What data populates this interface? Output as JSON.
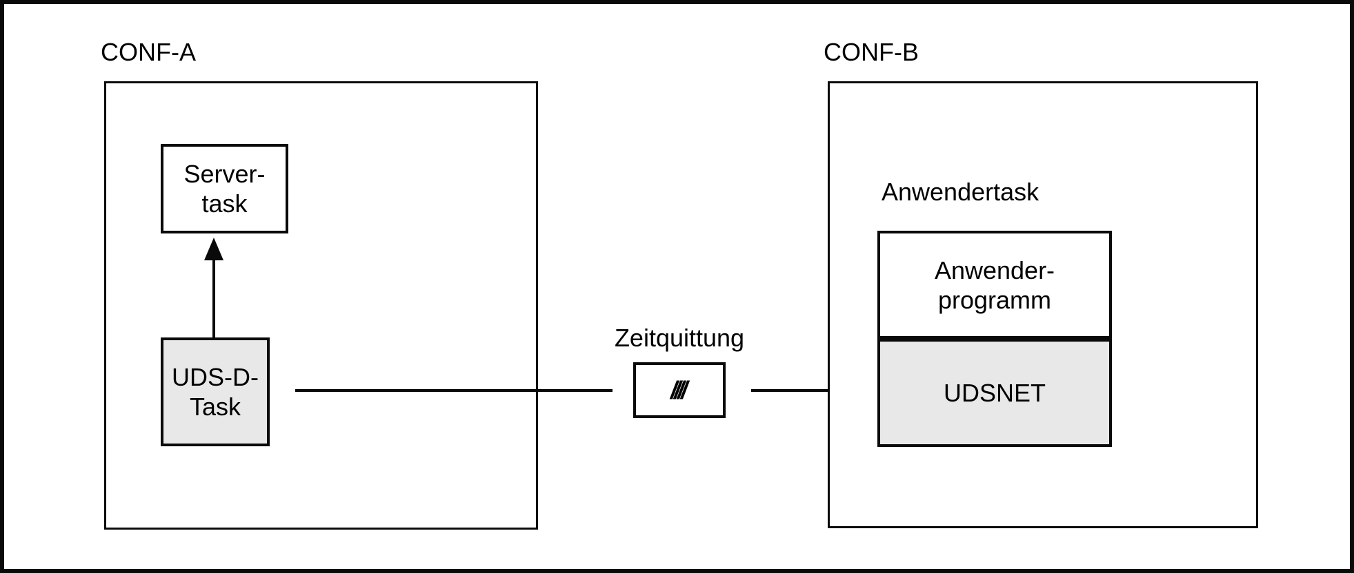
{
  "diagram": {
    "type": "block-diagram",
    "colors": {
      "background": "#ffffff",
      "line": "#0a0a0a",
      "text": "#000000",
      "node_fill_shaded": "#e8e8e8",
      "node_fill_plain": "#ffffff"
    },
    "containers": {
      "conf_a": {
        "label": "CONF-A"
      },
      "conf_b": {
        "label": "CONF-B"
      }
    },
    "labels": {
      "anwendertask": "Anwendertask",
      "zeitquittung": "Zeitquittung"
    },
    "nodes": {
      "server_task": {
        "line1": "Server-",
        "line2": "task",
        "fill": "#ffffff",
        "container": "CONF-A"
      },
      "uds_d_task": {
        "line1": "UDS-D-",
        "line2": "Task",
        "fill": "#e8e8e8",
        "container": "CONF-A"
      },
      "zeitquittung_marker": {
        "label": "////",
        "fill": "#ffffff",
        "container": "none"
      },
      "anwenderprogramm": {
        "line1": "Anwender-",
        "line2": "programm",
        "fill": "#ffffff",
        "container": "CONF-B"
      },
      "udsnet": {
        "label": "UDSNET",
        "fill": "#e8e8e8",
        "container": "CONF-B"
      }
    },
    "edges": [
      {
        "from": "uds_d_task",
        "to": "server_task",
        "direction": "up",
        "style": "arrow"
      },
      {
        "from": "uds_d_task",
        "to": "udsnet",
        "via": "zeitquittung_marker",
        "direction": "right",
        "style": "arrow",
        "label": "Zeitquittung"
      }
    ]
  }
}
